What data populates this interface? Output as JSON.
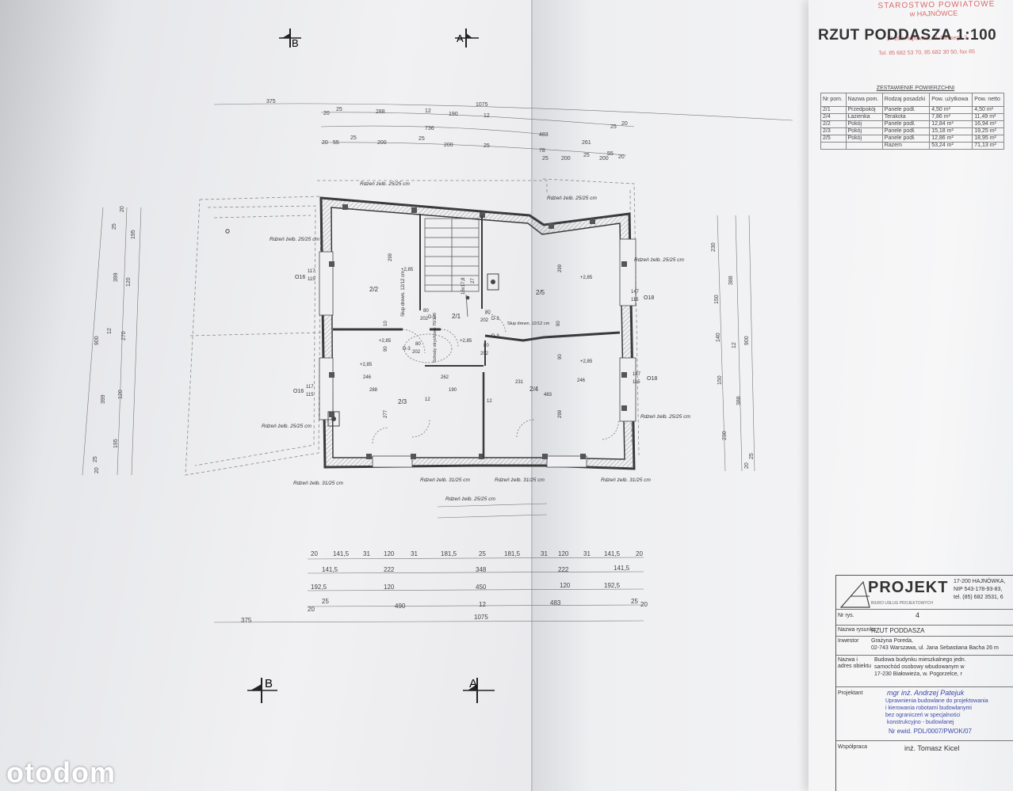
{
  "plan_title": "RZUT PODDASZA 1:100",
  "stamp": {
    "lines": [
      "STAROSTWO POWIATOWE",
      "w HAJNÓWCE",
      "17-200 Hajnówka, ul. Aleksego 2",
      "Tel. 85 682 53 70, 85 682 30 50, fax 85"
    ]
  },
  "section_markers": {
    "a": "A",
    "b": "B"
  },
  "areas_table": {
    "title": "ZESTAWIENIE POWIERZCHNI",
    "headers": [
      "Nr pom.",
      "Nazwa pom.",
      "Rodzaj posadzki",
      "Pow. użytkowa",
      "Pow. netto"
    ],
    "rows": [
      [
        "2/1",
        "Przedpokój",
        "Panele podł.",
        "4,50 m²",
        "4,50 m²"
      ],
      [
        "2/4",
        "Łazienka",
        "Terakota",
        "7,86 m²",
        "11,49 m²"
      ],
      [
        "2/2",
        "Pokój",
        "Panele podł.",
        "12,84 m²",
        "16,94 m²"
      ],
      [
        "2/3",
        "Pokój",
        "Panele podł.",
        "15,18 m²",
        "19,25 m²"
      ],
      [
        "2/5",
        "Pokój",
        "Panele podł.",
        "12,86 m²",
        "18,95 m²"
      ],
      [
        "",
        "",
        "Razem",
        "53,24 m²",
        "71,13 m²"
      ]
    ]
  },
  "plan": {
    "rooms": [
      "2/2",
      "2/1",
      "2/5",
      "2/3",
      "2/4"
    ],
    "cores": {
      "c2525": "Rdzeń żelb. 25/25 cm",
      "c3125": "Rdzeń żelb. 31/25 cm"
    },
    "windows": {
      "o16": "O16",
      "o18": "O18",
      "d1": "D-1",
      "d3": "D-3",
      "ow117": "117",
      "ow115": "115",
      "ow147": "147"
    },
    "labels": {
      "stairs": "16x17,8",
      "stairs_n": "27",
      "post": "Słup drewn. 12/12 cm",
      "chimney": "Schody strychowe 70/120",
      "level": "+2,85",
      "door_w": "80",
      "door_h": "202",
      "r299": "299",
      "r277": "277",
      "r262": "262",
      "r231": "231",
      "r246": "246",
      "r288": "288",
      "r190": "190",
      "r483": "483",
      "r12": "12",
      "r10": "10",
      "r90": "90"
    }
  },
  "dims": {
    "top1": [
      "375",
      "1075"
    ],
    "top2": [
      "20",
      "25",
      "288",
      "12",
      "190",
      "12",
      "483",
      "25",
      "20"
    ],
    "top3": [
      "736",
      "261"
    ],
    "top4": [
      "20",
      "55",
      "25",
      "200",
      "25",
      "200",
      "25",
      "78",
      "25",
      "200",
      "25",
      "200",
      "55",
      "20"
    ],
    "left": [
      "20",
      "25",
      "195",
      "399",
      "120",
      "900",
      "12",
      "270",
      "120",
      "399",
      "195",
      "25",
      "20"
    ],
    "right": [
      "230",
      "388",
      "150",
      "140",
      "900",
      "12",
      "150",
      "388",
      "230",
      "20",
      "25"
    ],
    "b1": [
      "20",
      "141,5",
      "31",
      "120",
      "31",
      "181,5",
      "25",
      "181,5",
      "31",
      "120",
      "31",
      "141,5",
      "20"
    ],
    "b2": [
      "141,5",
      "222",
      "348",
      "222",
      "141,5"
    ],
    "b3": [
      "192,5",
      "120",
      "450",
      "120",
      "192,5"
    ],
    "b4": [
      "20",
      "25",
      "490",
      "12",
      "483",
      "25",
      "20"
    ],
    "b5": [
      "375",
      "1075"
    ]
  },
  "title_block": {
    "company": "PROJEKT",
    "company_sub": "BIURO USŁUG PROJEKTOWYCH",
    "address": "17-200 HAJNÓWKA,",
    "nip": "NIP 543-178-93-83,",
    "tel": "tel. (85) 682 3531, 6",
    "nr_label": "Nr rys.",
    "nr_value": "4",
    "name_label": "Nazwa rysunku",
    "name_value": "RZUT PODDASZA",
    "investor_label": "Inwestor",
    "investor_value": "Grażyna Poreda,",
    "investor_addr": "02-743 Warszawa, ul. Jana Sebastiana Bacha 26 m",
    "object_label": "Nazwa i adres obiektu",
    "object_lines": [
      "Budowa budynku mieszkalnego jedn.",
      "samochód osobowy wbudowanym w",
      "17-230 Białowieża, w. Pogorzelce, r"
    ],
    "designer_label": "Projektant",
    "designer_name": "mgr inż. Andrzej Patejuk",
    "designer_lines": [
      "Uprawnienia budowlane do projektowania",
      "i kierowania robotami budowlanymi",
      "bez ograniczeń w specjalności",
      "konstrukcyjno - budowlanej",
      "Nr ewid. PDL/0007/PWOK/07"
    ],
    "coop_label": "Współpraca",
    "coop_name": "inż. Tomasz Kicel"
  },
  "watermark": "otodom"
}
